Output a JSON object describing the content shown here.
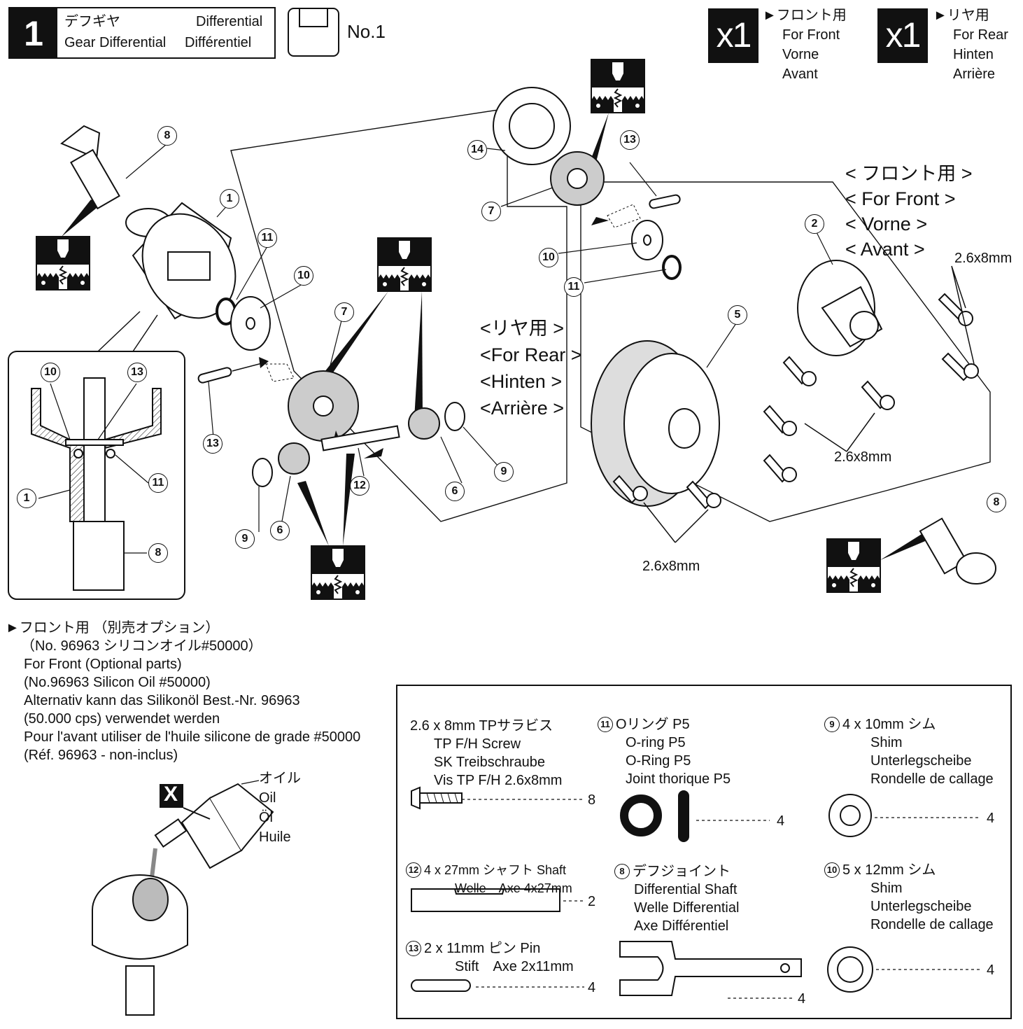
{
  "header": {
    "step_number": "1",
    "title_jp": "デフギヤ",
    "title_en": "Gear Differential",
    "title_de": "Differential",
    "title_fr": "Différentiel",
    "bag_label": "No.1"
  },
  "quantity_badges": [
    {
      "qty": "x1",
      "jp": "►フロント用",
      "en": "For Front",
      "de": "Vorne",
      "fr": "Avant"
    },
    {
      "qty": "x1",
      "jp": "►リヤ用",
      "en": "For Rear",
      "de": "Hinten",
      "fr": "Arrière"
    }
  ],
  "front_label": {
    "jp": "< フロント用 >",
    "en": "< For Front >",
    "de": "< Vorne >",
    "fr": "< Avant >"
  },
  "rear_label": {
    "jp": "<リヤ用 >",
    "en": "<For Rear >",
    "de": "<Hinten >",
    "fr": "<Arrière >"
  },
  "callouts": {
    "c1": "1",
    "c2": "2",
    "c5": "5",
    "c6": "6",
    "c7": "7",
    "c8": "8",
    "c9": "9",
    "c10": "10",
    "c11": "11",
    "c12": "12",
    "c13": "13",
    "c14": "14"
  },
  "screw_size": "2.6x8mm",
  "oil_note": {
    "line1": "►フロント用 （別売オプション）",
    "line2": "（No. 96963 シリコンオイル#50000）",
    "line3": "For Front (Optional parts)",
    "line4": "(No.96963 Silicon Oil #50000)",
    "line5": "Alternativ kann das Silikonöl Best.-Nr. 96963",
    "line6": "(50.000 cps) verwendet werden",
    "line7": "Pour l'avant utiliser de l'huile silicone de grade #50000",
    "line8": "(Réf. 96963 - non-inclus)"
  },
  "oil_labels": {
    "jp": "オイル",
    "en": "Oil",
    "de": "Öl",
    "fr": "Huile",
    "marker": "X"
  },
  "parts": {
    "screw": {
      "jp": "2.6 x 8mm TPサラビス",
      "en": "TP F/H Screw",
      "de": "SK Treibschraube",
      "fr": "Vis TP F/H 2.6x8mm",
      "qty": "8"
    },
    "oring": {
      "num": "11",
      "jp": "Oリング P5",
      "en": "O-ring P5",
      "de": "O-Ring P5",
      "fr": "Joint thorique P5",
      "qty": "4"
    },
    "shim9": {
      "num": "9",
      "jp": "4 x 10mm シム",
      "en": "Shim",
      "de": "Unterlegscheibe",
      "fr": "Rondelle de callage",
      "qty": "4"
    },
    "shaft": {
      "num": "12",
      "jp": "4 x 27mm シャフト Shaft",
      "de_fr": "Welle　Axe 4x27mm",
      "qty": "2"
    },
    "diffshaft": {
      "num": "8",
      "jp": "デフジョイント",
      "en": "Differential Shaft",
      "de": "Welle Differential",
      "fr": "Axe Différentiel",
      "qty": "4"
    },
    "shim10": {
      "num": "10",
      "jp": "5 x 12mm シム",
      "en": "Shim",
      "de": "Unterlegscheibe",
      "fr": "Rondelle de callage",
      "qty": "4"
    },
    "pin": {
      "num": "13",
      "jp": "2 x 11mm ピン Pin",
      "de_fr": "Stift　Axe 2x11mm",
      "qty": "4"
    }
  }
}
